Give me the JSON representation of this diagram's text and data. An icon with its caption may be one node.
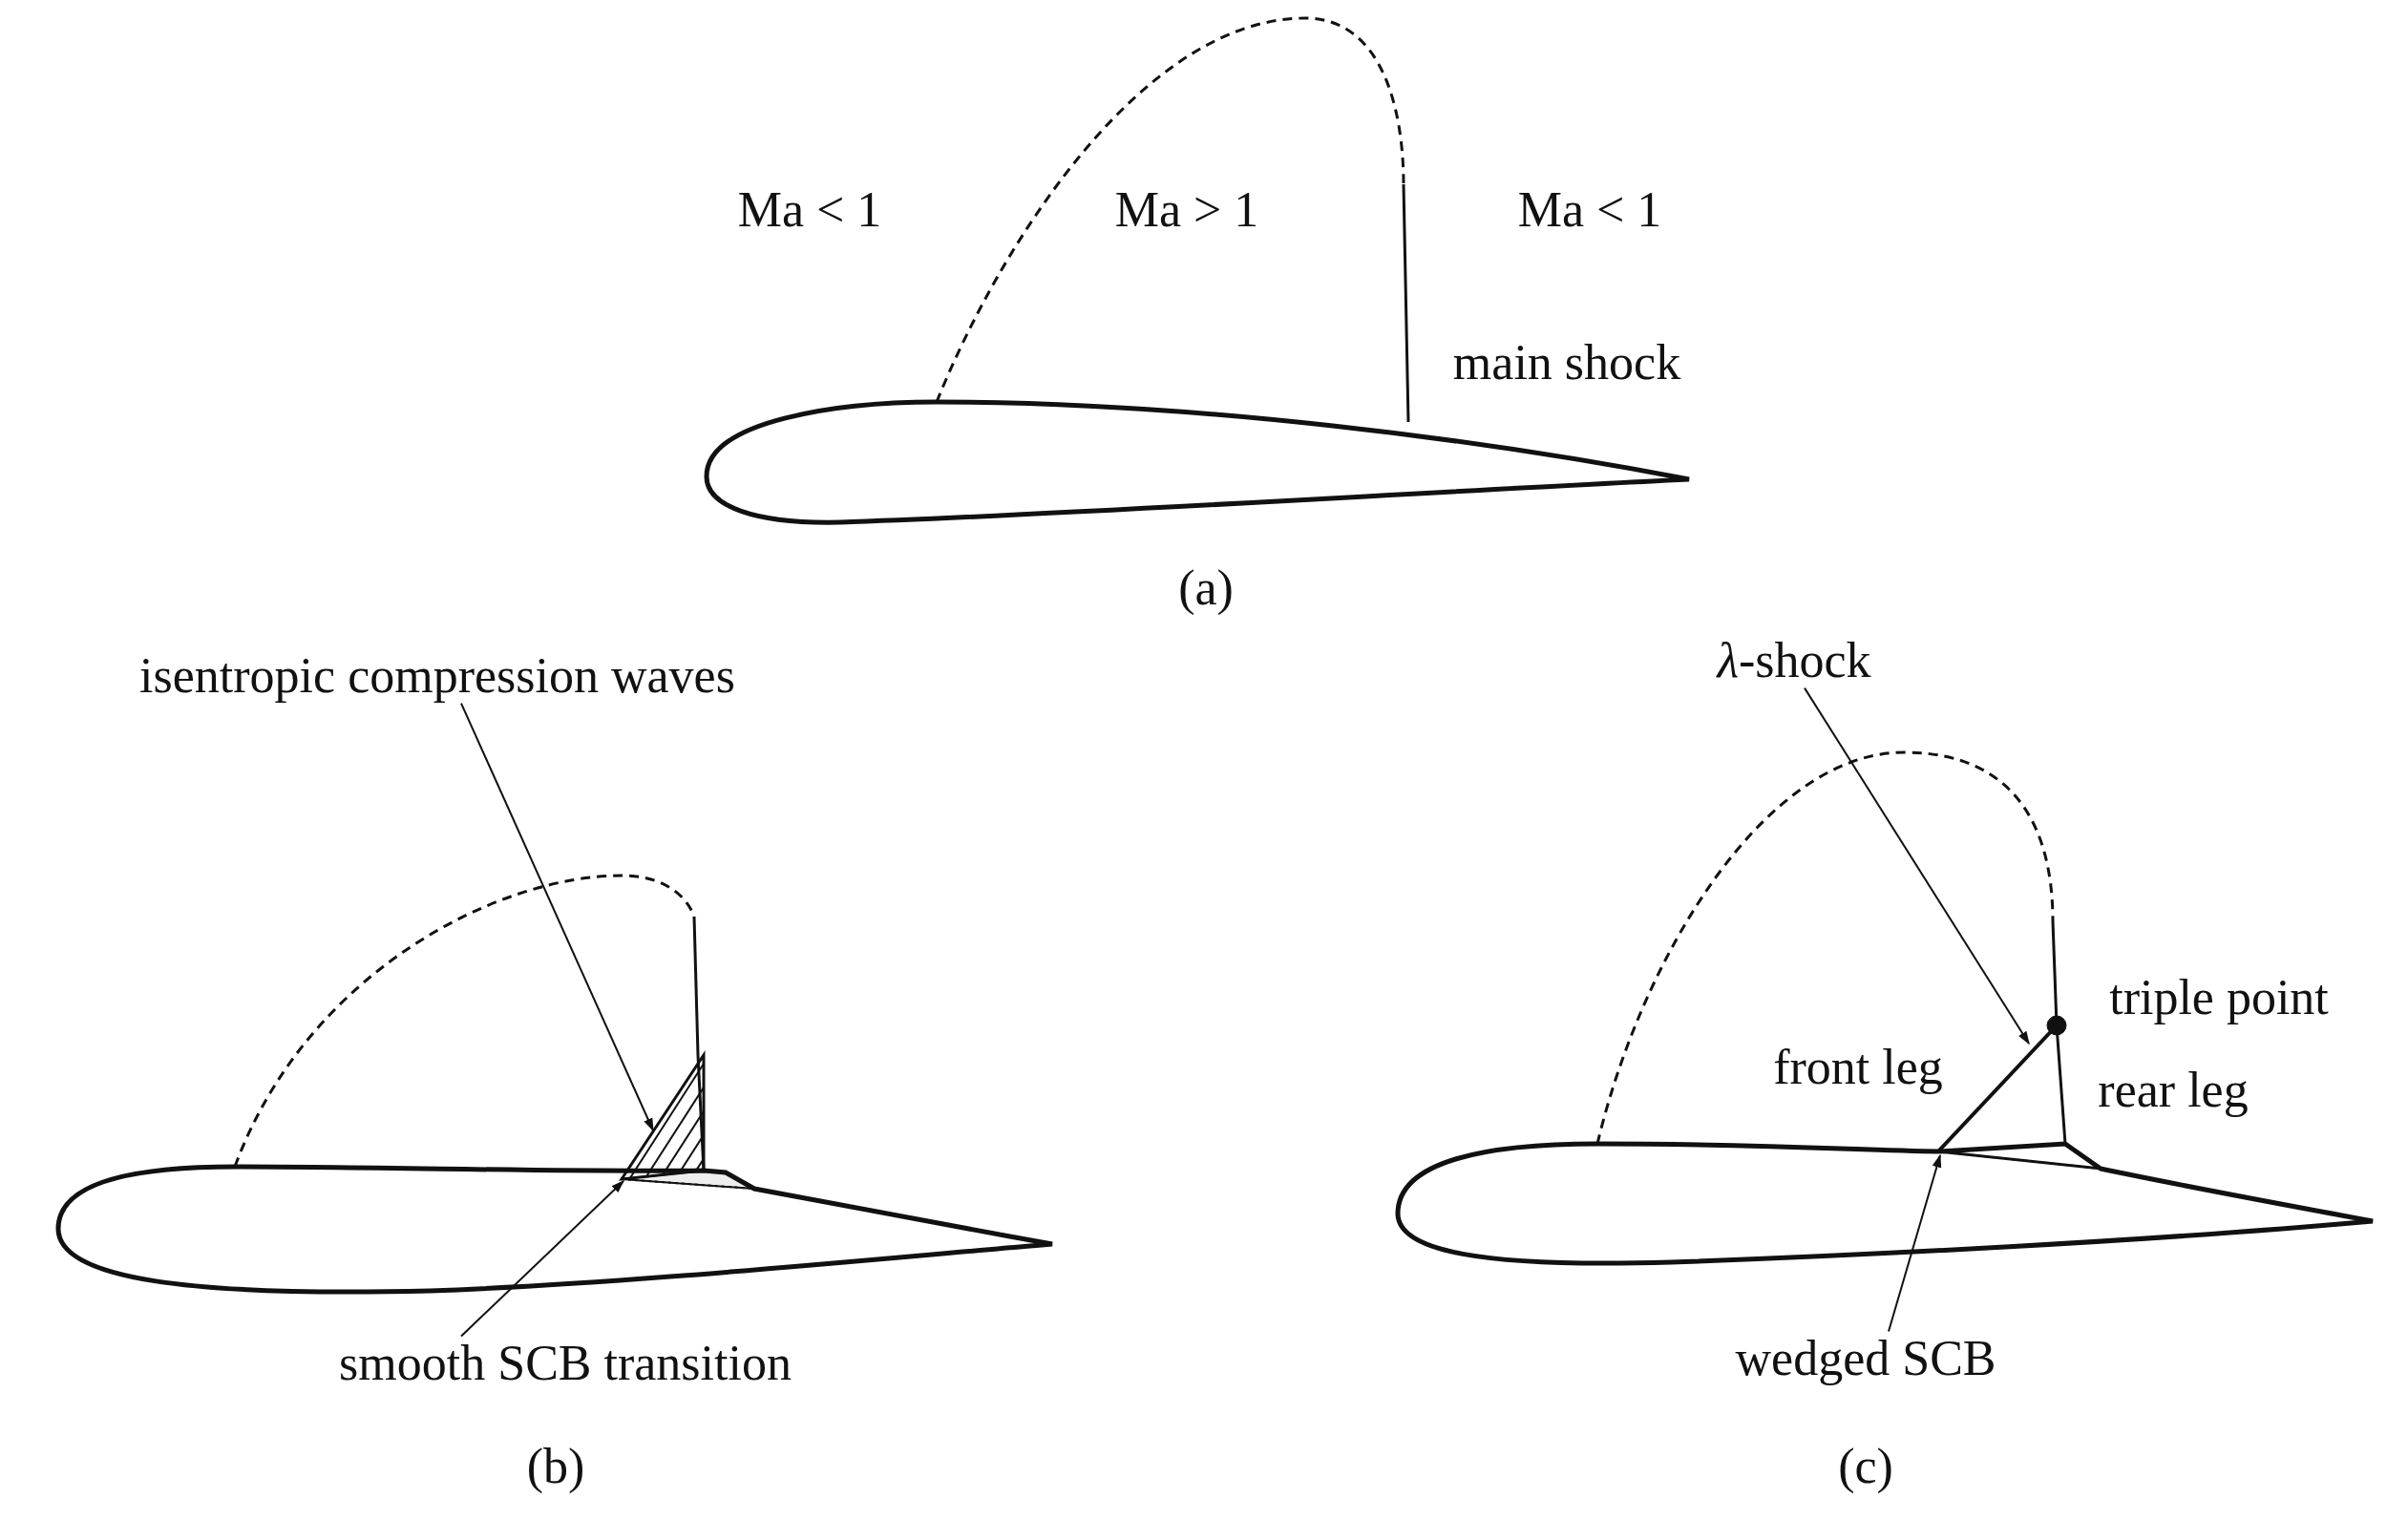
{
  "diagram": {
    "nodes": [
      {
        "text": [
          "isentropic compression waves"
        ]
      },
      {
        "text": [
          "smooth SCB transition"
        ]
      },
      {
        "text": [
          "*λ*-shock"
        ]
      },
      {
        "text": [
          "wedged SCB"
        ]
      },
      {
        "text": [],
        "shape": "triangle"
      },
      {
        "text": [],
        "shape": "bump"
      },
      {
        "text": [],
        "shape": "line"
      },
      {
        "text": [],
        "shape": "triangle"
      }
    ],
    "edges": [
      {
        "from": 0,
        "to": 4,
        "arrow": "to"
      },
      {
        "from": 1,
        "to": 5,
        "arrow": "to"
      },
      {
        "from": 2,
        "to": 6,
        "arrow": "to"
      },
      {
        "from": 3,
        "to": 7,
        "arrow": "to"
      }
    ],
    "labels": [
      "Ma < 1",
      "Ma > 1",
      "Ma < 1",
      "main shock",
      "(a)",
      "(b)",
      "triple point",
      "front leg",
      "rear leg",
      "(c)"
    ]
  }
}
